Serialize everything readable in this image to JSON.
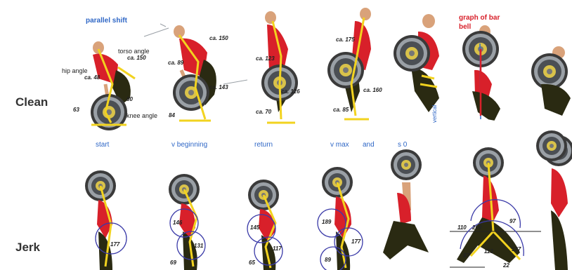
{
  "rows": {
    "clean": "Clean",
    "jerk": "Jerk"
  },
  "top_labels": {
    "parallel_shift": "parallel shift",
    "graph_of_bar": "graph of bar",
    "bell": "bell"
  },
  "phases": [
    "start",
    "v beginning",
    "return",
    "v max",
    "and",
    "s 0"
  ],
  "vertical_label": "vertical",
  "joint_labels": {
    "torso_angle": "torso angle",
    "hip_angle": "hip angle",
    "knee_angle": "knee angle"
  },
  "clean_angles": {
    "f1": [
      "ca. 150",
      "ca. 48",
      "80",
      "63"
    ],
    "f2": [
      "ca. 150",
      "ca. 89",
      "ca. 143",
      "84"
    ],
    "f3": [
      "ca. 123",
      "ca. 126",
      "ca. 70"
    ],
    "f4": [
      "ca. 175",
      "ca. 160",
      "ca. 85"
    ]
  },
  "jerk_angles": {
    "f1": [
      "177"
    ],
    "f2": [
      "146",
      "131",
      "69"
    ],
    "f3": [
      "145",
      "117",
      "65"
    ],
    "f4": [
      "189",
      "177",
      "89"
    ],
    "f6": [
      "110",
      "200",
      "97",
      "87",
      "113",
      "137",
      "22"
    ]
  },
  "colors": {
    "accent": "#2f67c6",
    "highlight": "#d8202a",
    "skeleton": "#f2d31f",
    "shirt": "#d8202a",
    "tights": "#2a2a12"
  }
}
